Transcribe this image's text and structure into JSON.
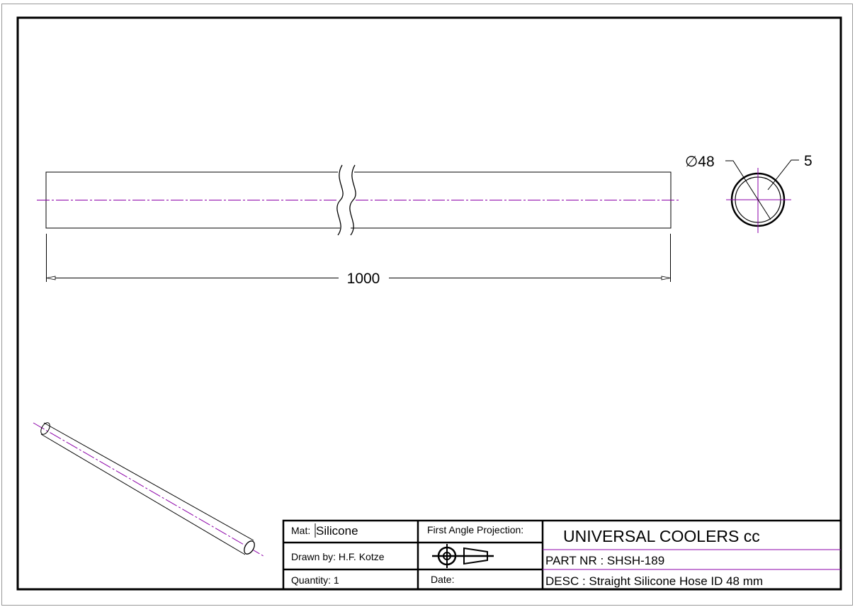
{
  "drawing": {
    "length_dimension": "1000",
    "diameter_dimension": "∅48",
    "wall_dimension": "5"
  },
  "title_block": {
    "material_label": "Mat:",
    "material_value": "Silicone",
    "drawn_by": "Drawn by: H.F. Kotze",
    "quantity": "Quantity: 1",
    "projection_label": "First Angle Projection:",
    "date_label": "Date:",
    "company": "UNIVERSAL COOLERS cc",
    "part_nr": "PART NR : SHSH-189",
    "description": "DESC : Straight Silicone Hose ID 48 mm"
  },
  "colors": {
    "centerline": "#8b00a8",
    "line": "#000000"
  }
}
